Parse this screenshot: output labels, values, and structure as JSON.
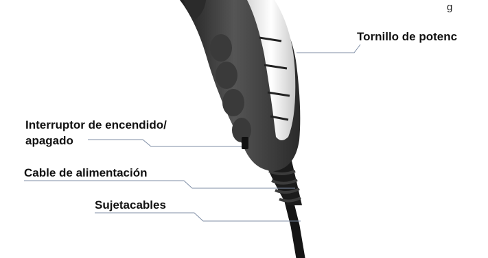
{
  "labels": {
    "power_screw": "Tornillo de potenc",
    "switch_line1": "Interruptor de encendido/",
    "switch_line2": "apagado",
    "power_cable": "Cable de alimentación",
    "cable_clip": "Sujetacables",
    "top_fragment": "g"
  },
  "colors": {
    "body_dark": "#2f2f2f",
    "body_grey": "#4a4a4a",
    "stripe_white": "#f2f2f2",
    "cable": "#1a1a1a",
    "leader_line": "#7f8ea6"
  }
}
